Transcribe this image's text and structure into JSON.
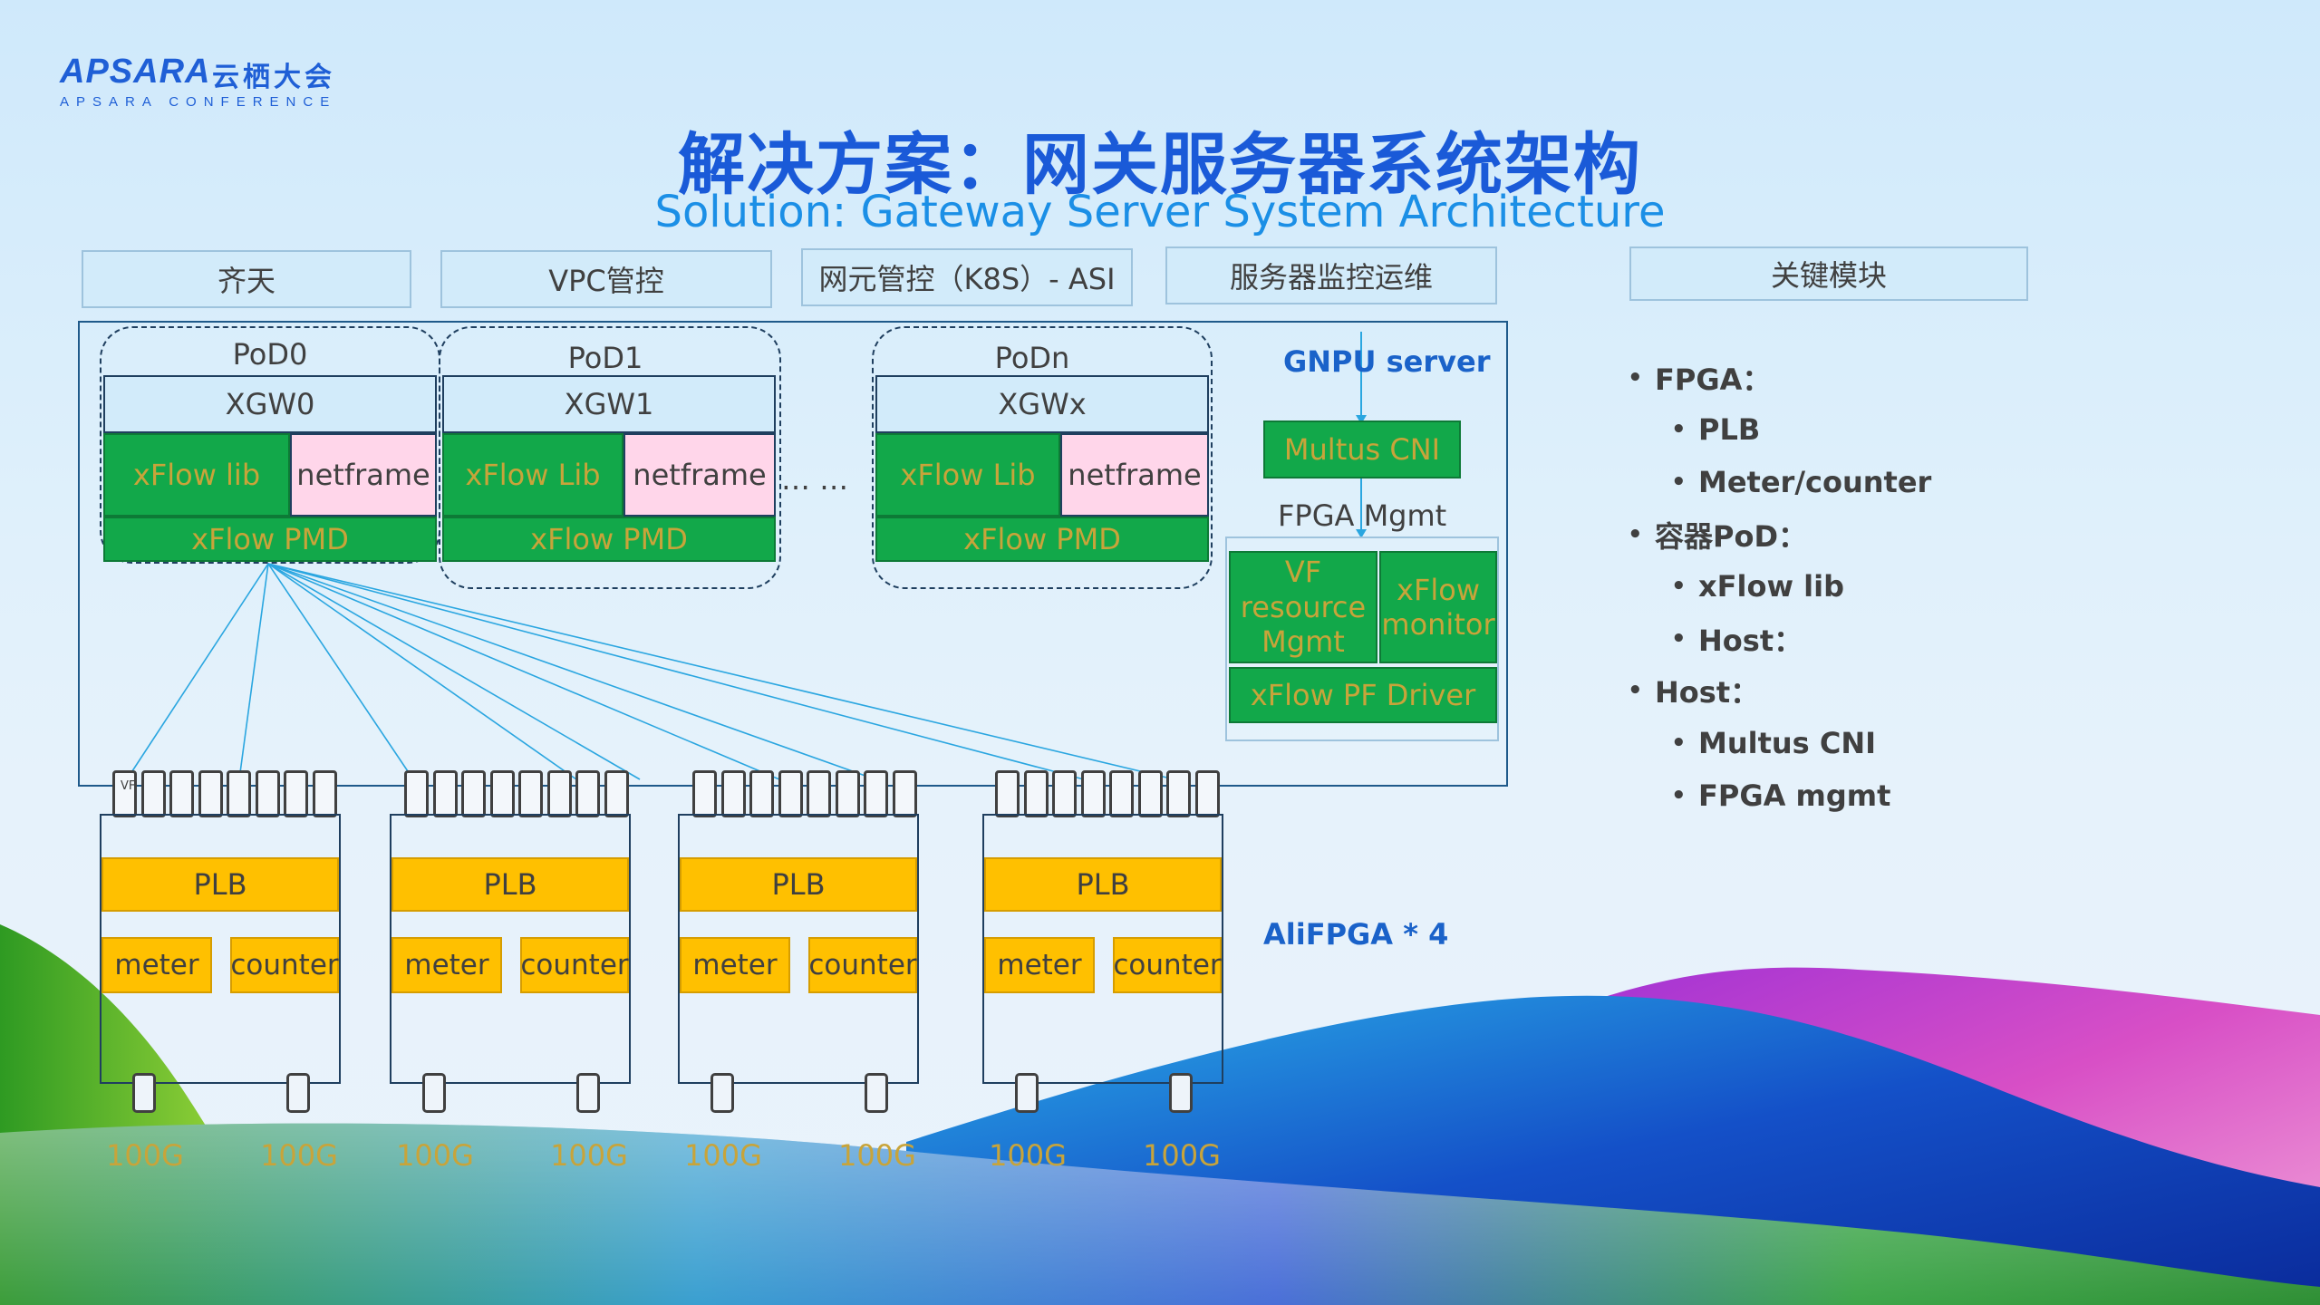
{
  "logo": {
    "brand": "APSARA",
    "brand_cn": "云栖大会",
    "subtitle": "APSARA CONFERENCE"
  },
  "title": {
    "cn": "解决方案：网关服务器系统架构",
    "en": "Solution: Gateway Server System Architecture"
  },
  "top_boxes": [
    "齐天",
    "VPC管控",
    "网元管控（K8S）- ASI",
    "服务器监控运维"
  ],
  "pods": [
    {
      "name": "PoD0",
      "xgw": "XGW0",
      "lib": "xFlow lib",
      "netframe": "netframe",
      "pmd": "xFlow PMD"
    },
    {
      "name": "PoD1",
      "xgw": "XGW1",
      "lib": "xFlow Lib",
      "netframe": "netframe",
      "pmd": "xFlow PMD"
    },
    {
      "name": "PoDn",
      "xgw": "XGWx",
      "lib": "xFlow Lib",
      "netframe": "netframe",
      "pmd": "xFlow PMD"
    }
  ],
  "ellipsis": "… …",
  "gnpu": {
    "label": "GNPU server",
    "multus": "Multus CNI",
    "fpga_mgmt": "FPGA Mgmt",
    "vf_mgmt": "VF resource Mgmt",
    "monitor": "xFlow monitor",
    "pf_driver": "xFlow PF Driver"
  },
  "vf_label": "VF",
  "cards": [
    {
      "plb": "PLB",
      "meter": "meter",
      "counter": "counter",
      "ports": [
        "100G",
        "100G"
      ]
    },
    {
      "plb": "PLB",
      "meter": "meter",
      "counter": "counter",
      "ports": [
        "100G",
        "100G"
      ]
    },
    {
      "plb": "PLB",
      "meter": "meter",
      "counter": "counter",
      "ports": [
        "100G",
        "100G"
      ]
    },
    {
      "plb": "PLB",
      "meter": "meter",
      "counter": "counter",
      "ports": [
        "100G",
        "100G"
      ]
    }
  ],
  "alifpga": "AliFPGA * 4",
  "key_modules": {
    "title": "关键模块",
    "items": [
      {
        "level": 1,
        "text": "FPGA："
      },
      {
        "level": 2,
        "text": "PLB"
      },
      {
        "level": 2,
        "text": "Meter/counter"
      },
      {
        "level": 1,
        "text": "容器PoD："
      },
      {
        "level": 2,
        "text": "xFlow lib"
      },
      {
        "level": 2,
        "text": "Host："
      },
      {
        "level": 1,
        "text": "Host："
      },
      {
        "level": 2,
        "text": "Multus CNI"
      },
      {
        "level": 2,
        "text": "FPGA mgmt"
      }
    ]
  },
  "colors": {
    "title_blue": "#1a5ad8",
    "subtitle_blue": "#1b8fe6",
    "box_fill": "#d2ebfa",
    "green": "#12a84a",
    "pink": "#ffd6ea",
    "yellow": "#ffc000",
    "line_blue": "#2aa6e0"
  }
}
